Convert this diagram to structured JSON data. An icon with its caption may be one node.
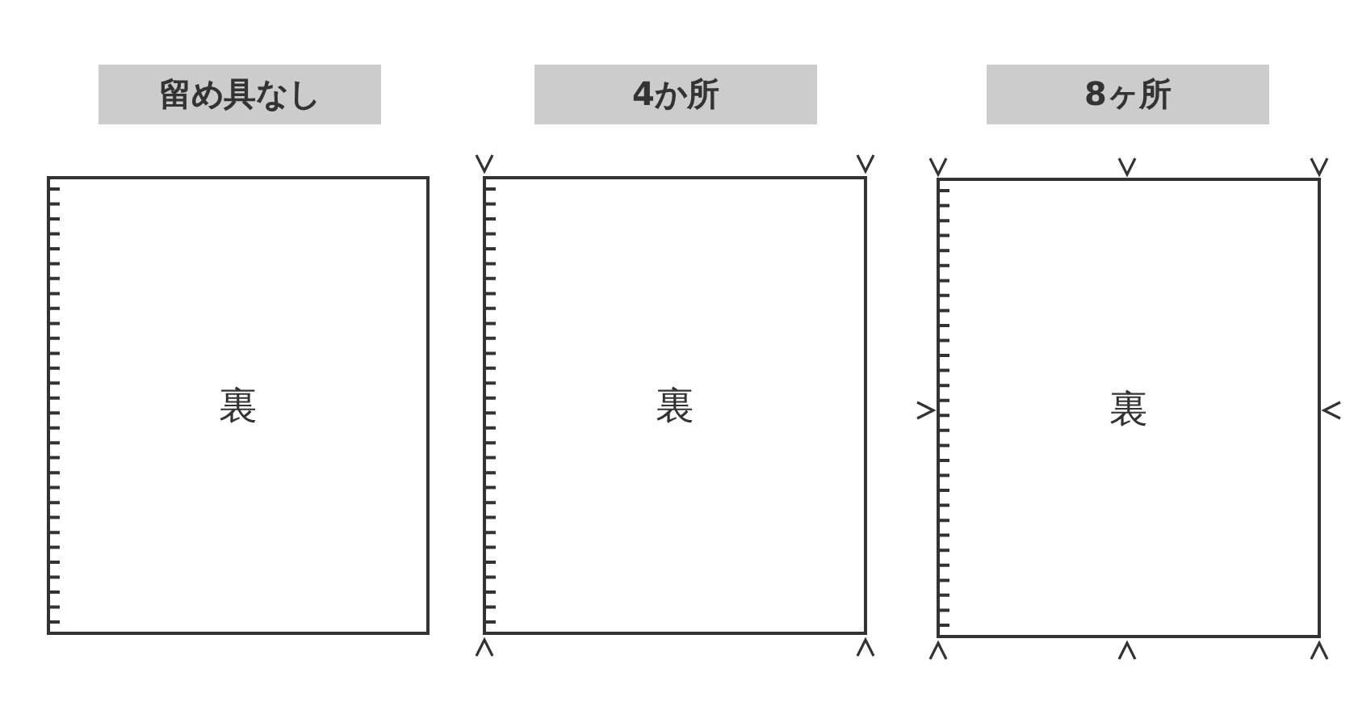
{
  "diagram": {
    "nodes": [
      {
        "text": [
          "留め具なし"
        ]
      },
      {
        "text": [
          "4か所"
        ]
      },
      {
        "text": [
          "8ヶ所"
        ]
      },
      {
        "text": [
          "裏"
        ]
      },
      {
        "text": [
          "裏"
        ]
      },
      {
        "text": [
          "裏"
        ]
      }
    ]
  }
}
